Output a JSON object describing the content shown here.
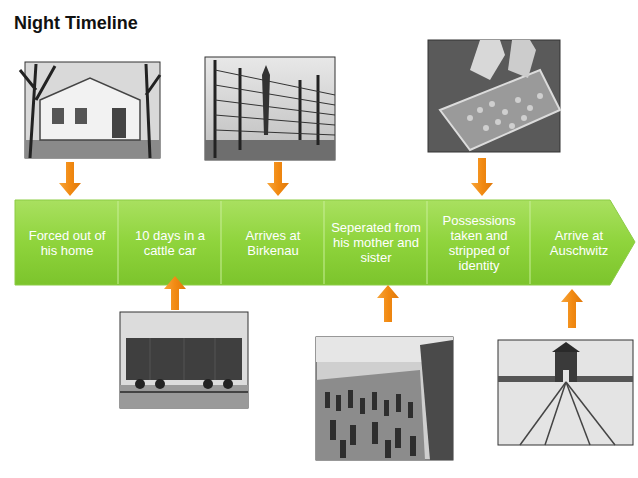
{
  "diagram": {
    "title": "Night Timeline",
    "nodes": [
      {
        "text": [
          "Forced out of his home"
        ]
      },
      {
        "text": [
          "10 days in a cattle car"
        ]
      },
      {
        "text": [
          "Arrives at Birkenau"
        ]
      },
      {
        "text": [
          "Seperated from his mother and sister"
        ]
      },
      {
        "text": [
          "Possessions taken and stripped of identity"
        ]
      },
      {
        "text": [
          "Arrive at Auschwitz"
        ]
      }
    ]
  }
}
